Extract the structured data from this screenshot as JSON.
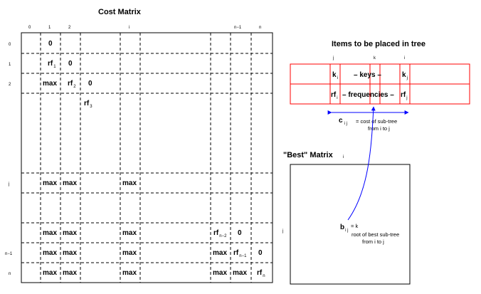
{
  "cost_matrix": {
    "title": "Cost Matrix",
    "col_headers": [
      "0",
      "1",
      "2",
      "i",
      "n−1",
      "n"
    ],
    "row_headers": [
      "0",
      "1",
      "2",
      "j",
      "n−1",
      "n"
    ],
    "cells": {
      "r0": [
        "0"
      ],
      "r1": [
        "rf",
        "0"
      ],
      "r2": [
        "max",
        "rf",
        "0"
      ],
      "r3": [
        "rf"
      ],
      "rj": [
        "max",
        "max",
        "max"
      ],
      "rn2": [
        "max",
        "max",
        "max",
        "rf",
        "0"
      ],
      "rn1": [
        "max",
        "max",
        "max",
        "max",
        "rf",
        "0"
      ],
      "rn": [
        "max",
        "max",
        "max",
        "max",
        "max",
        "rf"
      ]
    },
    "subscripts": {
      "r1": "1",
      "r2": "2",
      "r3": "3",
      "rn2": "n−2",
      "rn1": "n−1",
      "rn": "n"
    }
  },
  "items_table": {
    "title": "Items to be placed in tree",
    "col_labels": [
      "j",
      "k",
      "i"
    ],
    "keys_row": {
      "k": "k",
      "label": "– keys –",
      "sub_left": "i",
      "sub_right": "j"
    },
    "freq_row": {
      "rf": "rf",
      "label": "– frequencies –",
      "sub_left": "i",
      "sub_right": "j"
    },
    "cost_label": {
      "c": "c",
      "sub": "i j",
      "line1": "= cost of sub-tree",
      "line2": "from i to j"
    }
  },
  "best_matrix": {
    "title": "\"Best\" Matrix",
    "col_label": "i",
    "row_label": "j",
    "b": "b",
    "b_sub": "i j",
    "b_eq": "= k",
    "line1": "root of best sub-tree",
    "line2": "from i to j"
  },
  "colors": {
    "table": "#ff0000",
    "arrow": "#0000ff",
    "ink": "#000000"
  }
}
